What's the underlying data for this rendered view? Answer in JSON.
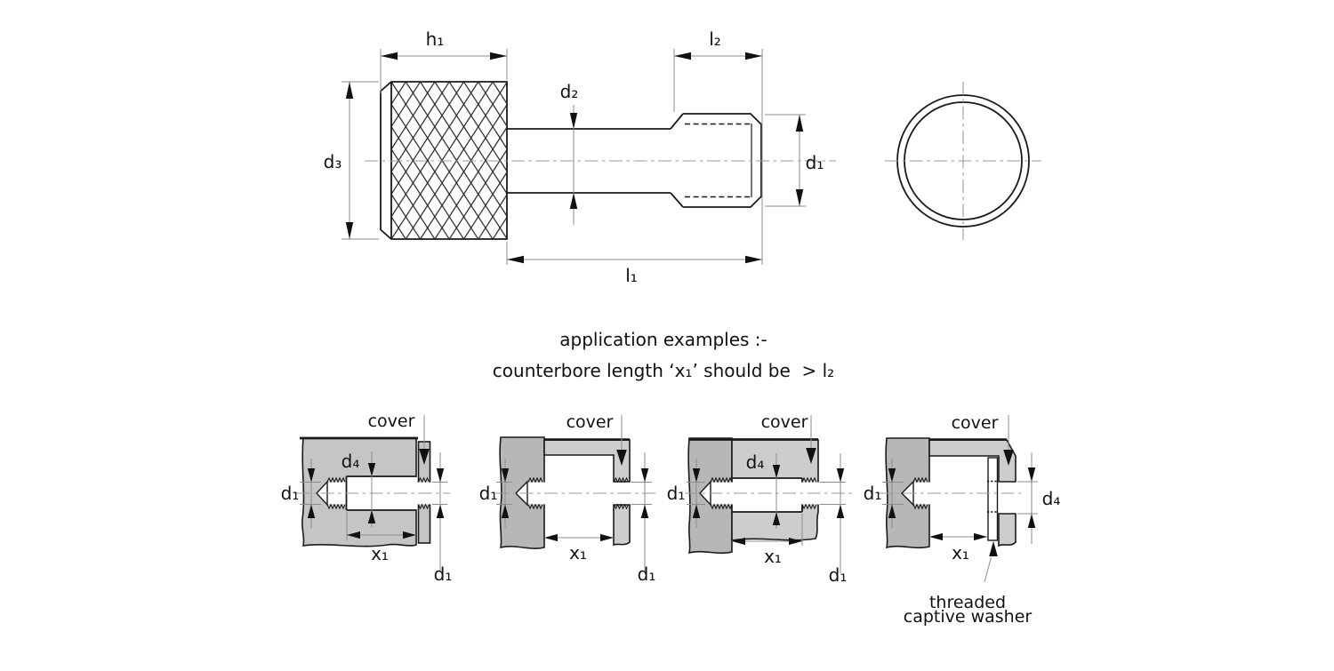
{
  "colors": {
    "outline": "#1a1a1a",
    "dim_line": "#8c8c8c",
    "centerline": "#9b9b9b",
    "block_gray": "#c5c5c5",
    "base_gray": "#b7b7b7",
    "cover_gray": "#cdcdcd",
    "background": "#ffffff"
  },
  "notes": {
    "line1": "application examples :-",
    "line2": "counterbore length ‘x₁’ should be  > l₂"
  },
  "main_view": {
    "labels": {
      "h1": "h₁",
      "l2": "l₂",
      "d2": "d₂",
      "d3": "d₃",
      "d1": "d₁",
      "l1": "l₁"
    }
  },
  "examples": [
    {
      "cover": "cover",
      "d1_left": "d₁",
      "d4": "d₄",
      "x1": "x₁",
      "d1_right": "d₁"
    },
    {
      "cover": "cover",
      "d1_left": "d₁",
      "x1": "x₁",
      "d1_right": "d₁"
    },
    {
      "cover": "cover",
      "d1_left": "d₁",
      "d4": "d₄",
      "x1": "x₁",
      "d1_right": "d₁"
    },
    {
      "cover": "cover",
      "d1_left": "d₁",
      "x1": "x₁",
      "d4_right": "d₄",
      "caption_line1": "threaded",
      "caption_line2": "captive washer"
    }
  ]
}
